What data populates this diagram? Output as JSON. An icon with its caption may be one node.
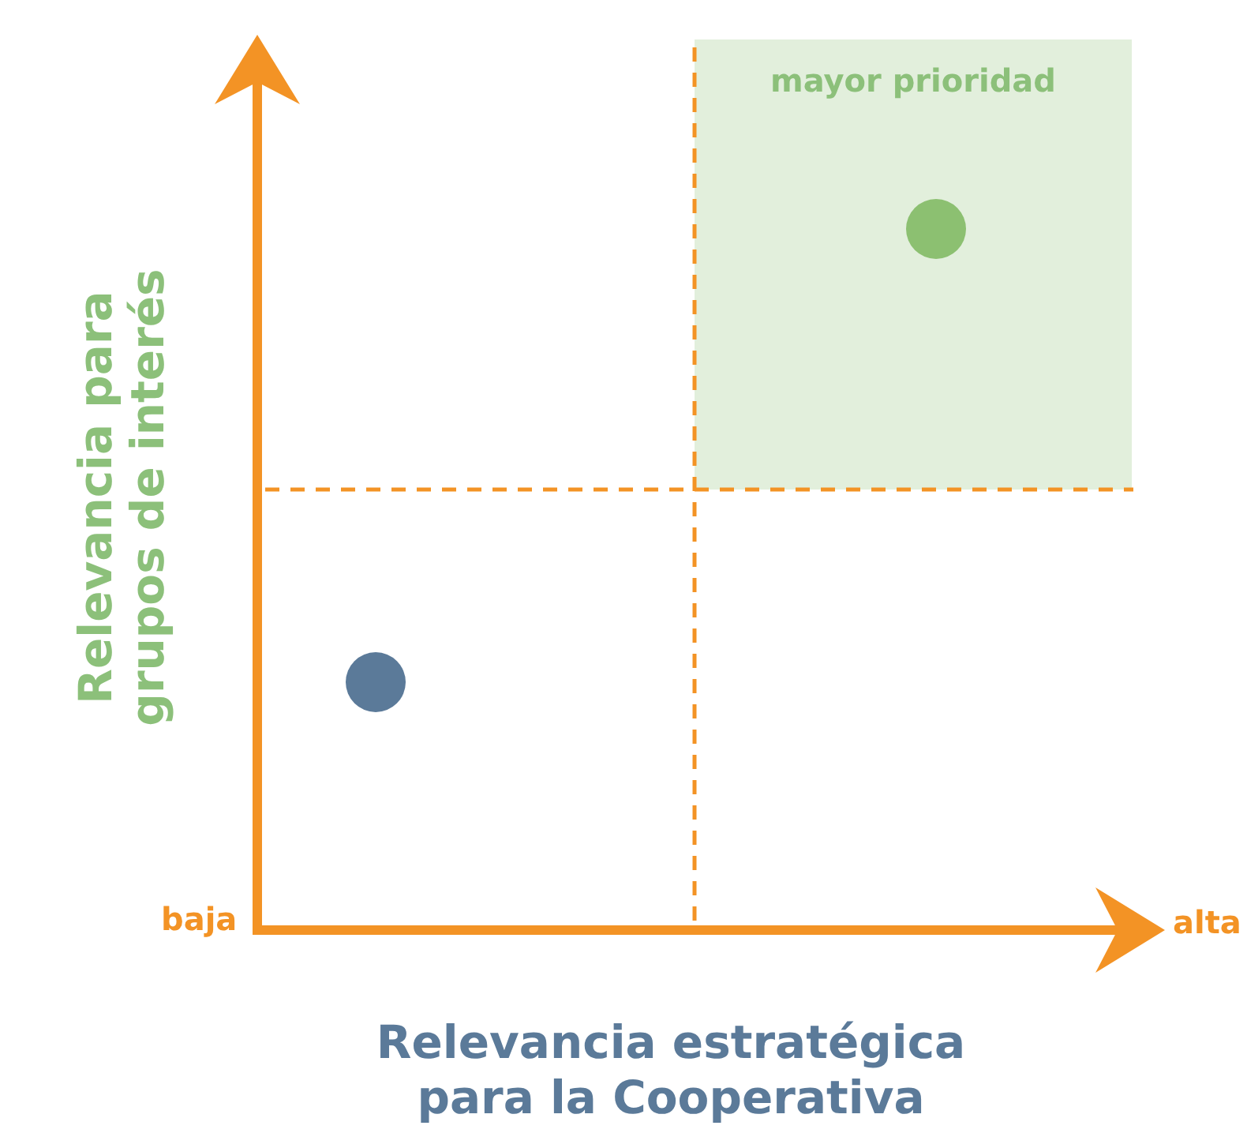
{
  "diagram": {
    "nodes": [
      {
        "text": [
          "mayor prioridad"
        ]
      }
    ],
    "labels": [
      "Relevancia para grupos de interés",
      "baja",
      "alta",
      "Relevancia estratégica para la Cooperativa"
    ]
  }
}
